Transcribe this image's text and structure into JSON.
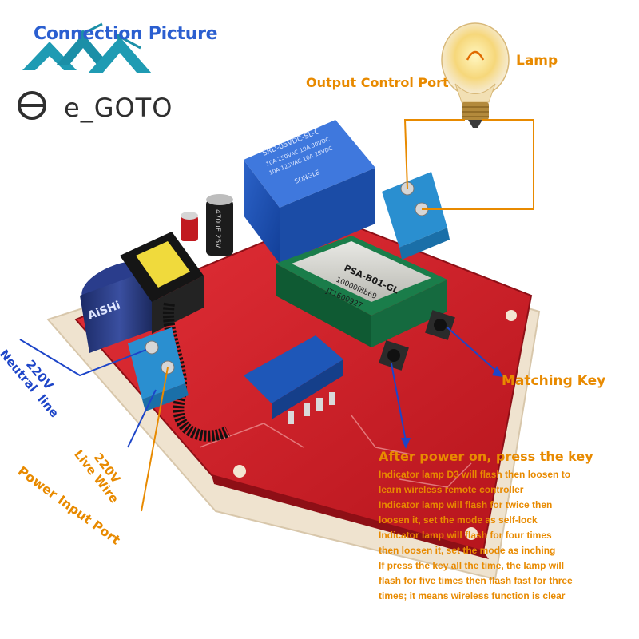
{
  "title": "Connection Picture",
  "logo": {
    "text": "e_GOTO"
  },
  "labels": {
    "lamp": "Lamp",
    "output_port": "Output Control Port",
    "matching_key": "Matching Key",
    "power_input_port": "Power Input Port",
    "live_wire": [
      "220V",
      "Live Wire"
    ],
    "neutral_line": [
      "220V",
      "Neutral  line"
    ]
  },
  "components": {
    "relay_lines": [
      "SRD-05VDC-SL-C",
      "10A 250VAC 10A 30VDC",
      "10A 125VAC 10A 28VDC",
      "SONGLE"
    ],
    "module_lines": [
      "PSA-B01-GL",
      "10000f8b69",
      "JT1600927"
    ],
    "capacitor_text": "AiSHi",
    "capacitor2_text": "470uF 25V"
  },
  "instructions": {
    "heading": "After power on, press the key",
    "lines": [
      "Indicator lamp D3 will flash then loosen to",
      "learn wireless remote controller",
      "Indicator lamp will flash for twice then",
      "loosen it, set the mode as self-lock",
      "Indicator lamp will flash for four times",
      "then loosen it, set the mode as inching",
      "If press the key all the time, the lamp will",
      "flash for five times then flash fast for three",
      "times; it means wireless function is clear"
    ]
  },
  "colors": {
    "accent_orange": "#e88a00",
    "accent_blue": "#1d45c8",
    "pcb_red": "#d4202a",
    "terminal_blue": "#2a8fd0"
  }
}
